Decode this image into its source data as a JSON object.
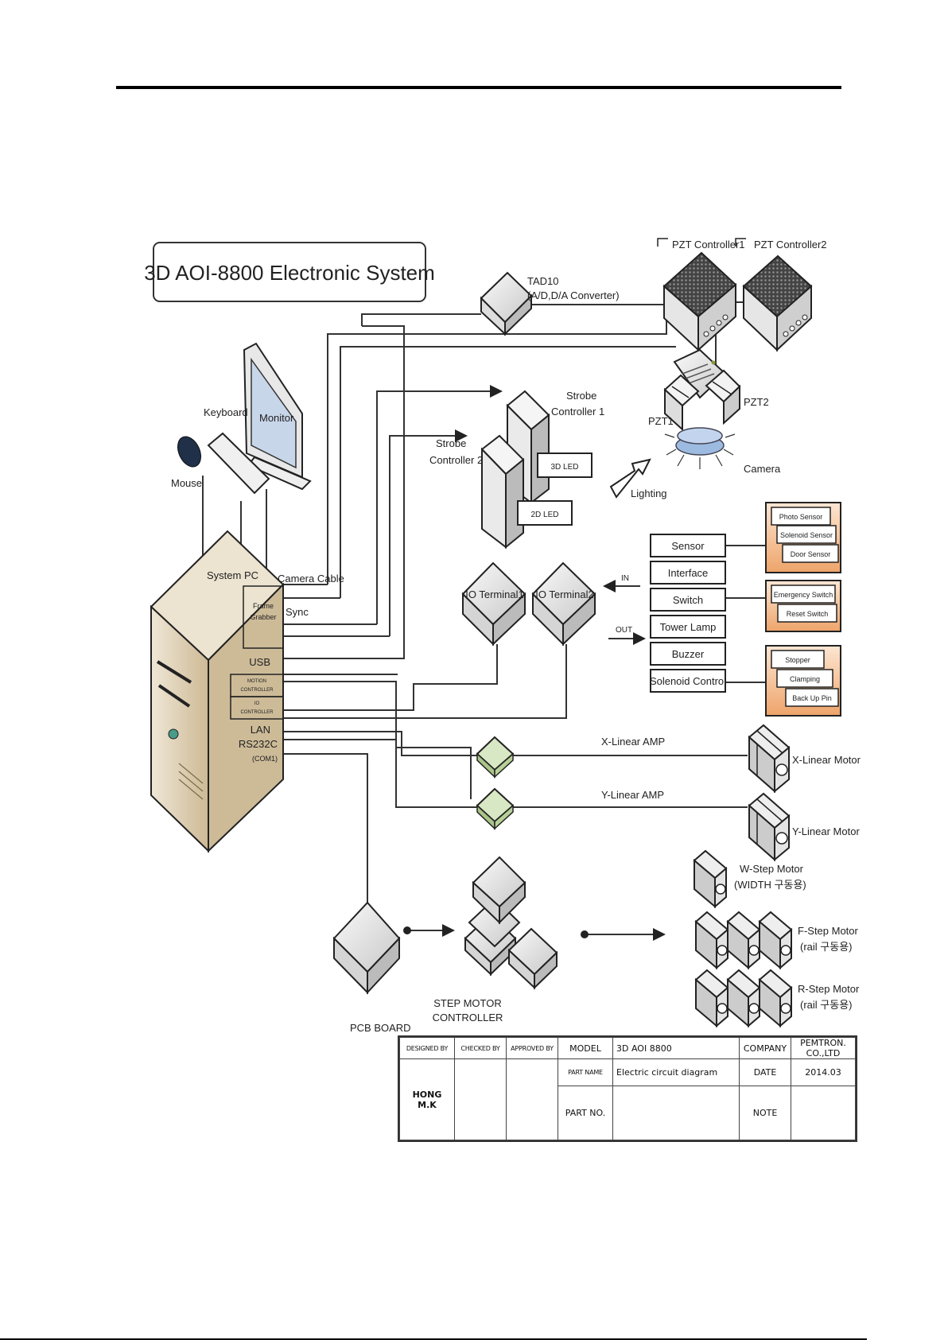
{
  "page": {
    "diagram_title": "3D AOI-8800 Electronic System"
  },
  "components": {
    "tad10": "TAD10",
    "tad10_sub": "(A/D,D/A Converter)",
    "pzt_controller1": "PZT Controller1",
    "pzt_controller2": "PZT Controller2",
    "keyboard": "Keyboard",
    "monitor": "Monitor",
    "mouse": "Mouse",
    "strobe_controller1_line1": "Strobe",
    "strobe_controller1_line2": "Controller 1",
    "strobe_controller2_line1": "Strobe",
    "strobe_controller2_line2": "Controller 2",
    "led_3d": "3D LED",
    "led_2d": "2D LED",
    "lighting": "Lighting",
    "pzt1": "PZT1",
    "pzt2": "PZT2",
    "camera": "Camera",
    "system_pc": "System PC",
    "camera_cable": "Camera Cable",
    "frame_grabber_line1": "Frame",
    "frame_grabber_line2": "Grabber",
    "sync": "Sync",
    "usb": "USB",
    "motion_controller_line1": "MOTION",
    "motion_controller_line2": "CONTROLLER",
    "io_controller_line1": "IO",
    "io_controller_line2": "CONTROLLER",
    "lan": "LAN",
    "rs232c": "RS232C",
    "com1": "(COM1)",
    "io_terminal1": "IO Terminal1",
    "io_terminal2": "IO Terminal2",
    "in_label": "IN",
    "out_label": "OUT",
    "x_linear_amp": "X-Linear AMP",
    "y_linear_amp": "Y-Linear AMP",
    "x_linear_motor": "X-Linear Motor",
    "y_linear_motor": "Y-Linear Motor",
    "w_step_motor_line1": "W-Step Motor",
    "w_step_motor_line2": "(WIDTH 구동용)",
    "f_step_motor_line1": "F-Step Motor",
    "f_step_motor_line2": "(rail 구동용)",
    "r_step_motor_line1": "R-Step Motor",
    "r_step_motor_line2": "(rail 구동용)",
    "pcb_board": "PCB BOARD",
    "step_motor_controller_line1": "STEP MOTOR",
    "step_motor_controller_line2": "CONTROLLER"
  },
  "io_interface": {
    "items": [
      "Sensor",
      "Interface",
      "Switch",
      "Tower Lamp",
      "Buzzer",
      "Solenoid Control"
    ]
  },
  "sensor_group": [
    "Photo Sensor",
    "Solenoid Sensor",
    "Door Sensor"
  ],
  "switch_group": [
    "Emergency Switch",
    "Reset Switch"
  ],
  "solenoid_group": [
    "Stopper",
    "Clamping",
    "Back Up Pin"
  ],
  "title_block": {
    "designed_by_label": "DESIGNED BY",
    "checked_by_label": "CHECKED BY",
    "approved_by_label": "APPROVED BY",
    "model_label": "MODEL",
    "model_value": "3D AOI 8800",
    "company_label": "COMPANY",
    "company_value": "PEMTRON. CO.,LTD",
    "part_name_label": "PART NAME",
    "part_name_value": "Electric circuit diagram",
    "date_label": "DATE",
    "date_value": "2014.03",
    "part_no_label": "PART NO.",
    "part_no_value": "",
    "note_label": "NOTE",
    "note_value": "",
    "designer": "HONG M.K",
    "checker": "",
    "approver": ""
  },
  "colors": {
    "pc_body": "#e3d8c0",
    "pc_side": "#c9b894",
    "accent_orange": "#f0b27a",
    "amp_green": "#c8dcae",
    "camera_blue": "#9dbbe0",
    "line": "#333333"
  }
}
